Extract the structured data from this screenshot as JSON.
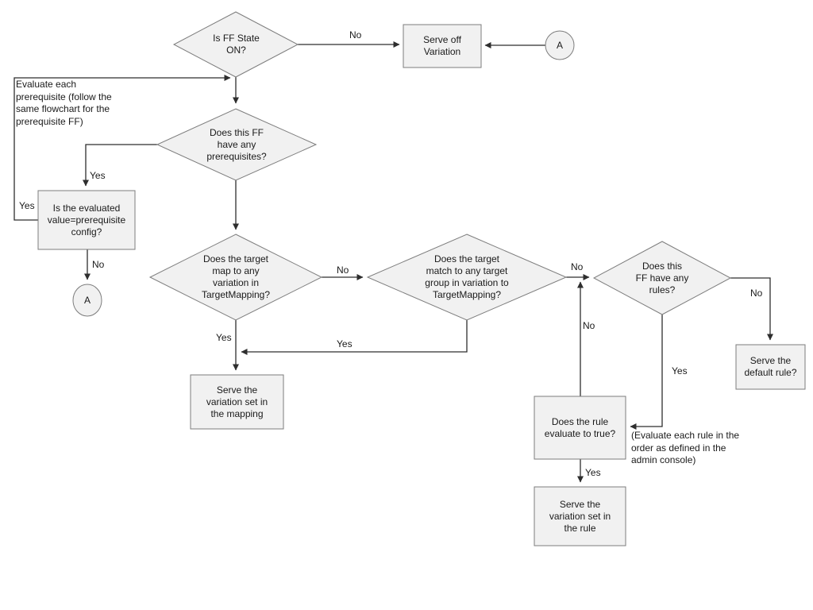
{
  "colors": {
    "node_fill": "#f1f1f1",
    "node_border": "#7d7d7d",
    "line_color": "#2e2e2e",
    "text_color": "#1a1a1a",
    "bg": "#ffffff"
  },
  "nodes": {
    "is_ff_state_on": {
      "type": "decision",
      "label": "Is FF State\nON?"
    },
    "serve_off_variation": {
      "type": "process",
      "label": "Serve off\nVariation"
    },
    "connector_a_top": {
      "type": "connector",
      "label": "A"
    },
    "has_prerequisites": {
      "type": "decision",
      "label": "Does this FF\nhave any\nprerequisites?"
    },
    "evaluated_value_eq_prereq_config": {
      "type": "process",
      "label": "Is the evaluated\nvalue=prerequisite\nconfig?"
    },
    "connector_a_left": {
      "type": "connector",
      "label": "A"
    },
    "target_maps_to_variation": {
      "type": "decision",
      "label": "Does the target\nmap to any\nvariation in\nTargetMapping?"
    },
    "target_matches_target_group": {
      "type": "decision",
      "label": "Does the target\nmatch to any target\ngroup in variation to\nTargetMapping?"
    },
    "has_rules": {
      "type": "decision",
      "label": "Does this\nFF have any\nrules?"
    },
    "serve_default_rule": {
      "type": "process",
      "label": "Serve the\ndefault rule?"
    },
    "rule_evaluates_true": {
      "type": "process",
      "label": "Does the rule\nevaluate to true?"
    },
    "serve_variation_in_rule": {
      "type": "process",
      "label": "Serve the\nvariation set in\nthe rule"
    },
    "serve_variation_in_mapping": {
      "type": "process",
      "label": "Serve the\nvariation set in\nthe mapping"
    }
  },
  "edge_labels": {
    "ff_state_no": "No",
    "prereq_yes": "Yes",
    "prereq_loop_yes": "Yes",
    "prereq_config_no": "No",
    "target_map_no": "No",
    "target_map_yes": "Yes",
    "target_group_no": "No",
    "target_group_yes": "Yes",
    "rules_no": "No",
    "rules_yes": "Yes",
    "rule_eval_no": "No",
    "rule_eval_yes": "Yes"
  },
  "annotations": {
    "prerequisite_note": "Evaluate each\nprerequisite (follow the\nsame flowchart for the\nprerequisite FF)",
    "rule_order_note": "(Evaluate each rule in the\norder as defined in the\nadmin console)"
  }
}
